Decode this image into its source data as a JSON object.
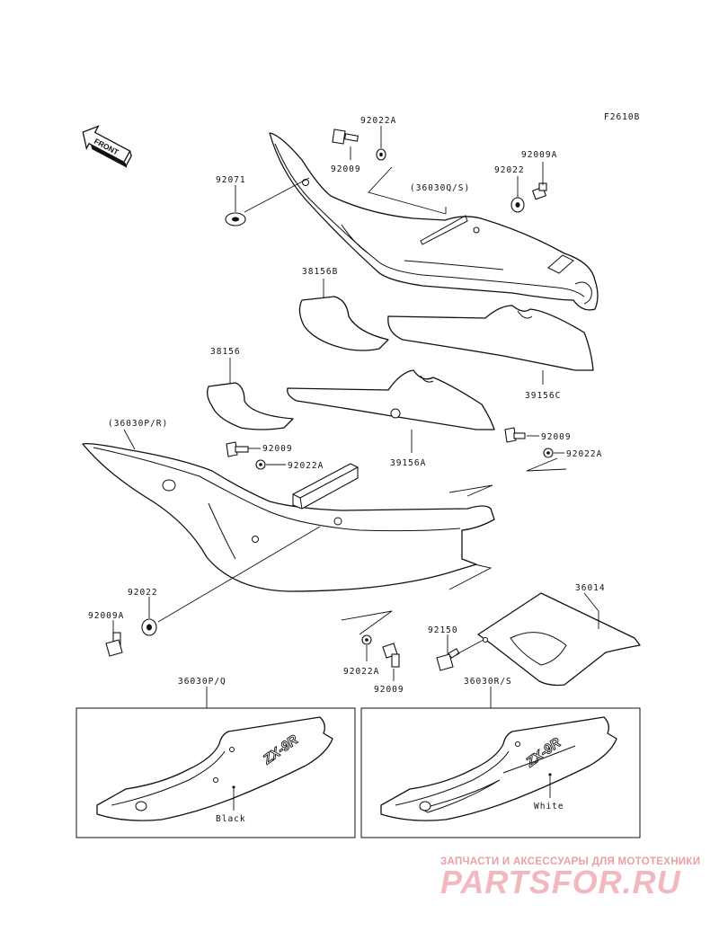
{
  "figure_code": "F2610B",
  "front_label": "FRONT",
  "parts": {
    "p92022A_top": "92022A",
    "p92009_top": "92009",
    "p92071": "92071",
    "p36030QS": "(36030Q/S)",
    "p92022_r": "92022",
    "p92009A_r": "92009A",
    "p38156B": "38156B",
    "p38156": "38156",
    "p39156C": "39156C",
    "p36030PR": "(36030P/R)",
    "p92009_m": "92009",
    "p92022A_m": "92022A",
    "p92009_mr": "92009",
    "p92022A_mr": "92022A",
    "p39156A": "39156A",
    "p92022_l": "92022",
    "p92009A_l": "92009A",
    "p36014": "36014",
    "p92150": "92150",
    "p92022A_b": "92022A",
    "p92009_b": "92009"
  },
  "variants": {
    "left": {
      "code": "36030P/Q",
      "color": "Black",
      "decal": "ZX-9R"
    },
    "right": {
      "code": "36030R/S",
      "color": "White",
      "decal": "ZX-9R"
    }
  },
  "watermark": {
    "tagline": "ЗАПЧАСТИ И АКСЕССУАРЫ ДЛЯ МОТОТЕХНИКИ",
    "logo": "PARTSFOR.RU",
    "color": "#f1b9bd"
  }
}
